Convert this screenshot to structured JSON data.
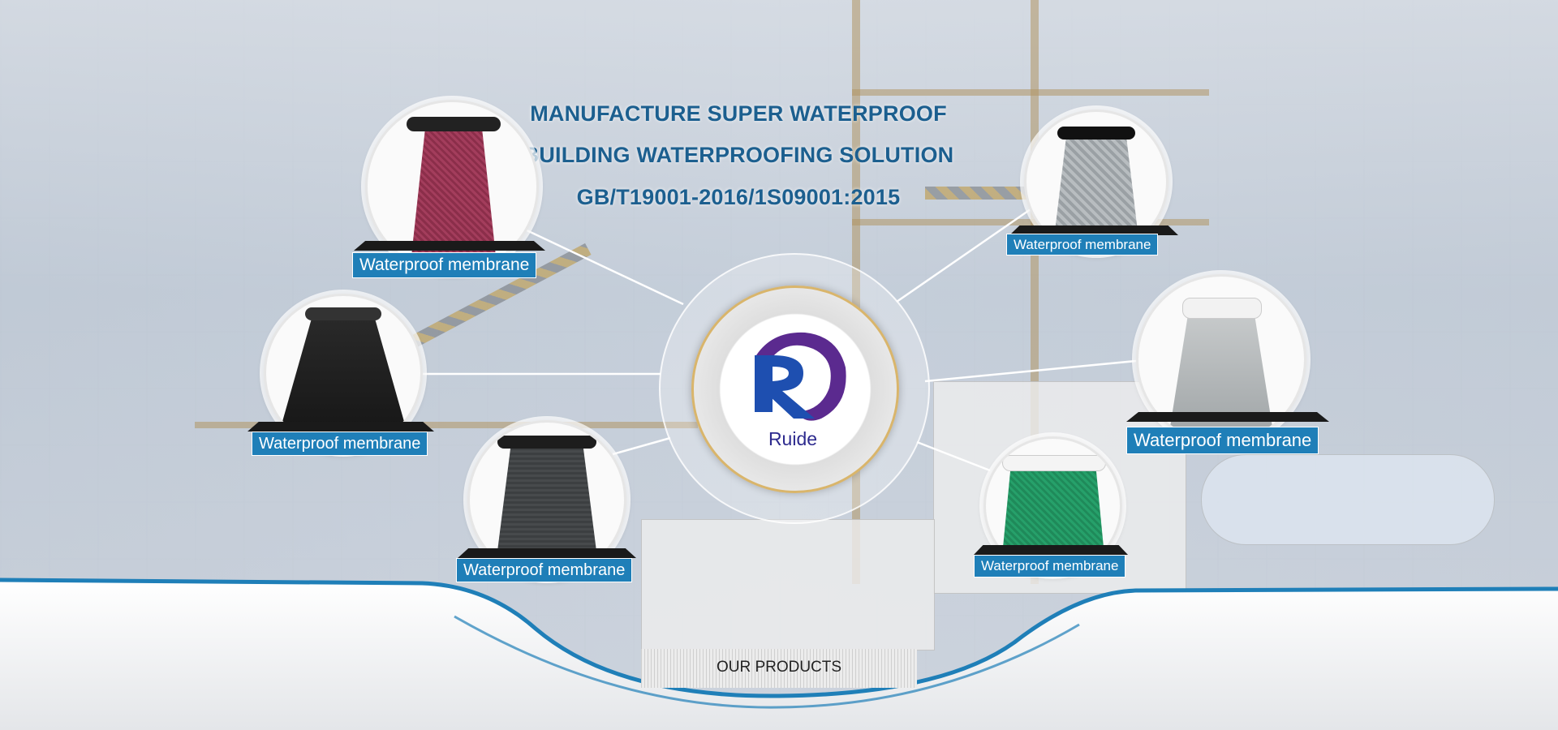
{
  "headline": {
    "line1": "MANUFACTURE SUPER WATERPROOF",
    "line2": "BUILDING WATERPROOFING SOLUTION",
    "line3": "GB/T19001-2016/1S09001:2015"
  },
  "brand": {
    "name": "Ruide"
  },
  "products": [
    {
      "label": "Waterproof membrane",
      "icon": "membrane-roll-red"
    },
    {
      "label": "Waterproof membrane",
      "icon": "membrane-roll-black-text"
    },
    {
      "label": "Waterproof membrane",
      "icon": "membrane-roll-gray"
    },
    {
      "label": "Waterproof  membrane",
      "icon": "membrane-roll-silver"
    },
    {
      "label": "Waterproof membrane",
      "icon": "membrane-roll-white"
    },
    {
      "label": "Waterproof membrane",
      "icon": "membrane-roll-green"
    }
  ],
  "section": {
    "title": "OUR PRODUCTS"
  },
  "colors": {
    "headline": "#1c5f8f",
    "label_bg": "#1f7fb8",
    "brand": "#2d2a8e",
    "wave": "#1f7fb8"
  }
}
